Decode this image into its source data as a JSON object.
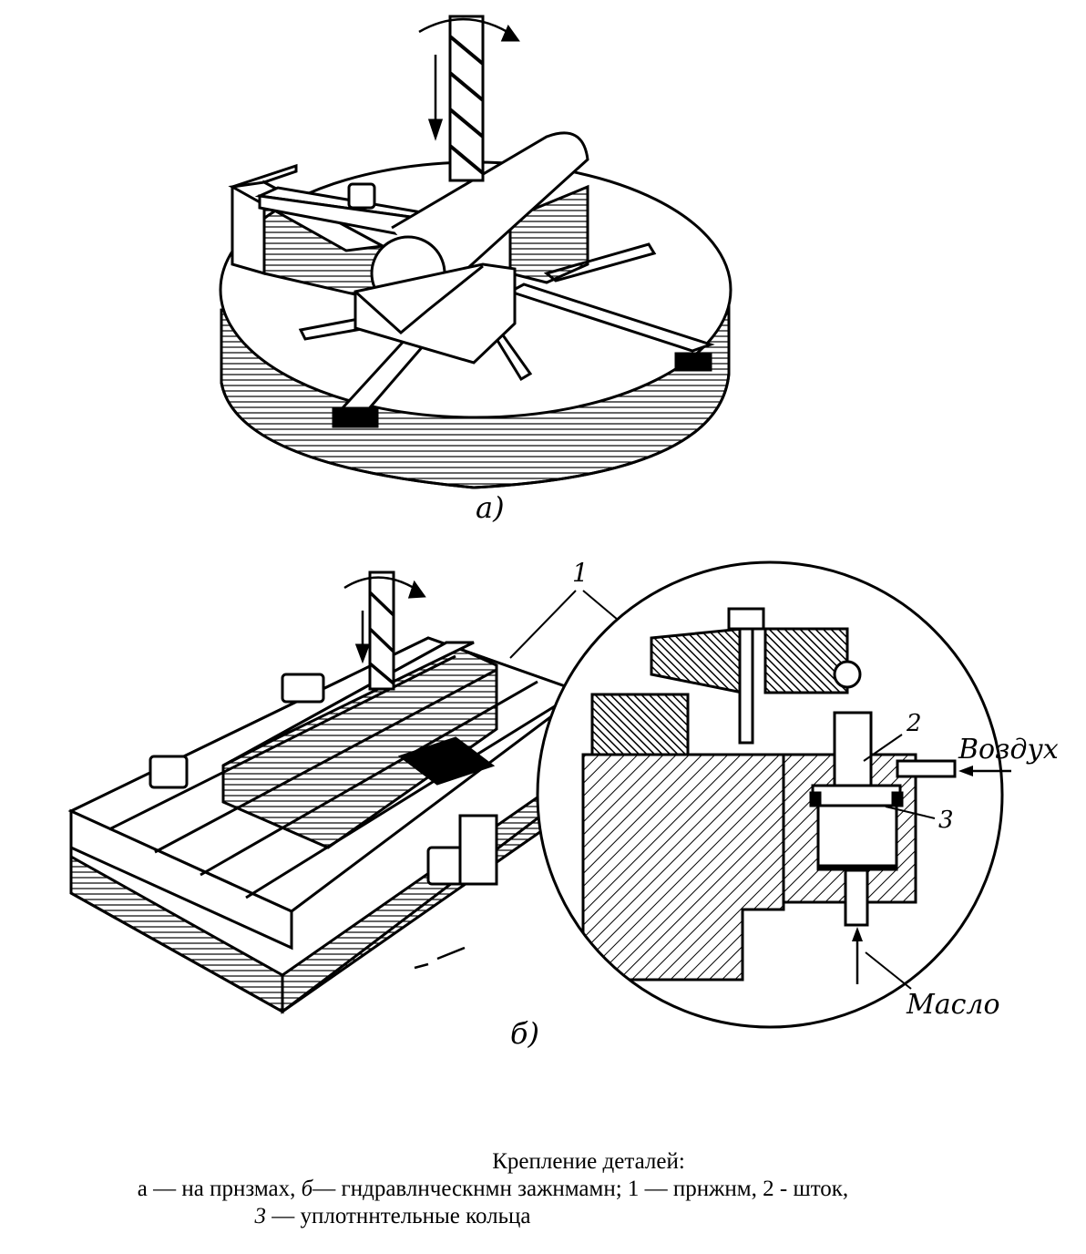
{
  "figure": {
    "label_a": "а)",
    "label_b": "б)",
    "callout_1": "1",
    "callout_2": "2",
    "callout_3": "3",
    "air_label": "Воздух",
    "oil_label": "Масло"
  },
  "caption": {
    "title": "Крепление деталей:",
    "l2_a": "а",
    "l2_a_text": "— на  прнзмах,",
    "l2_b": "б",
    "l2_b_text": "— гндравлнческнмн зажнмамн; 1 — прнжнм, 2 - шток,",
    "l3_num": "3",
    "l3_text": "— уплотннтельные кольца"
  }
}
